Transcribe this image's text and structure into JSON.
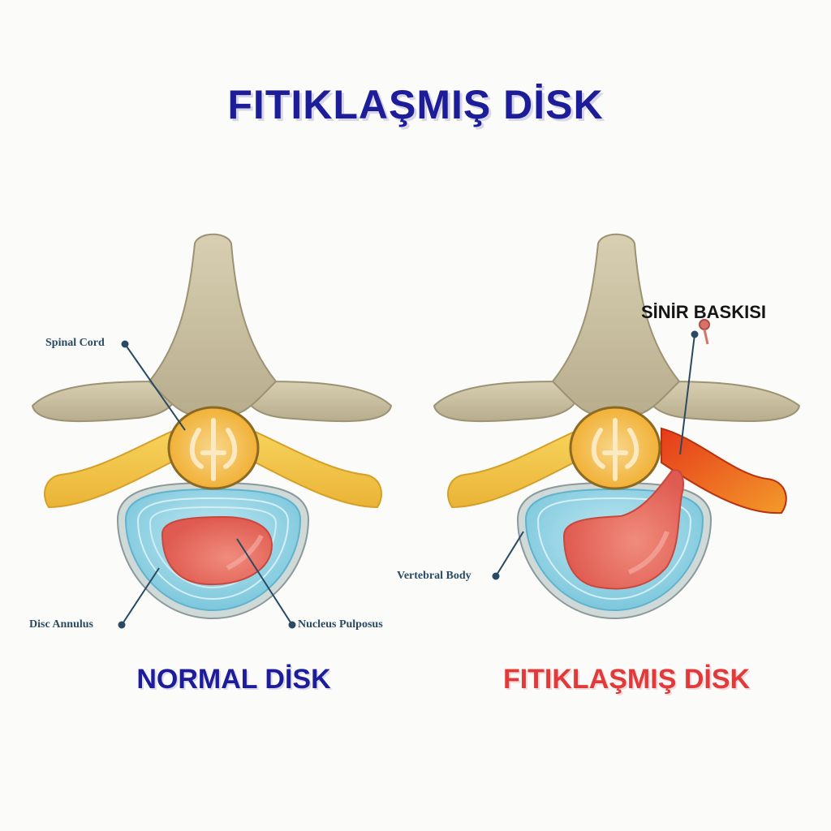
{
  "title": "FITIKLAŞMIŞ DİSK",
  "labels": {
    "spinal_cord": "Spinal Cord",
    "disc_annulus": "Disc Annulus",
    "nucleus_pulposus": "Nucleus Pulposus",
    "vertebral_body": "Vertebral Body",
    "nerve_compression": "SİNİR BASKISI"
  },
  "captions": {
    "normal": "NORMAL DİSK",
    "herniated": "FITIKLAŞMIŞ DİSK"
  },
  "colors": {
    "title": "#1d1d9a",
    "normal_caption": "#1d1d9a",
    "herniated_caption": "#e23a3a",
    "bone": "#c9bfa0",
    "nerve": "#f3c94b",
    "disc": "#8fd0e2",
    "nucleus": "#e56a5e",
    "compressed_nerve": "#e8501f",
    "leader": "#2a4a64"
  }
}
